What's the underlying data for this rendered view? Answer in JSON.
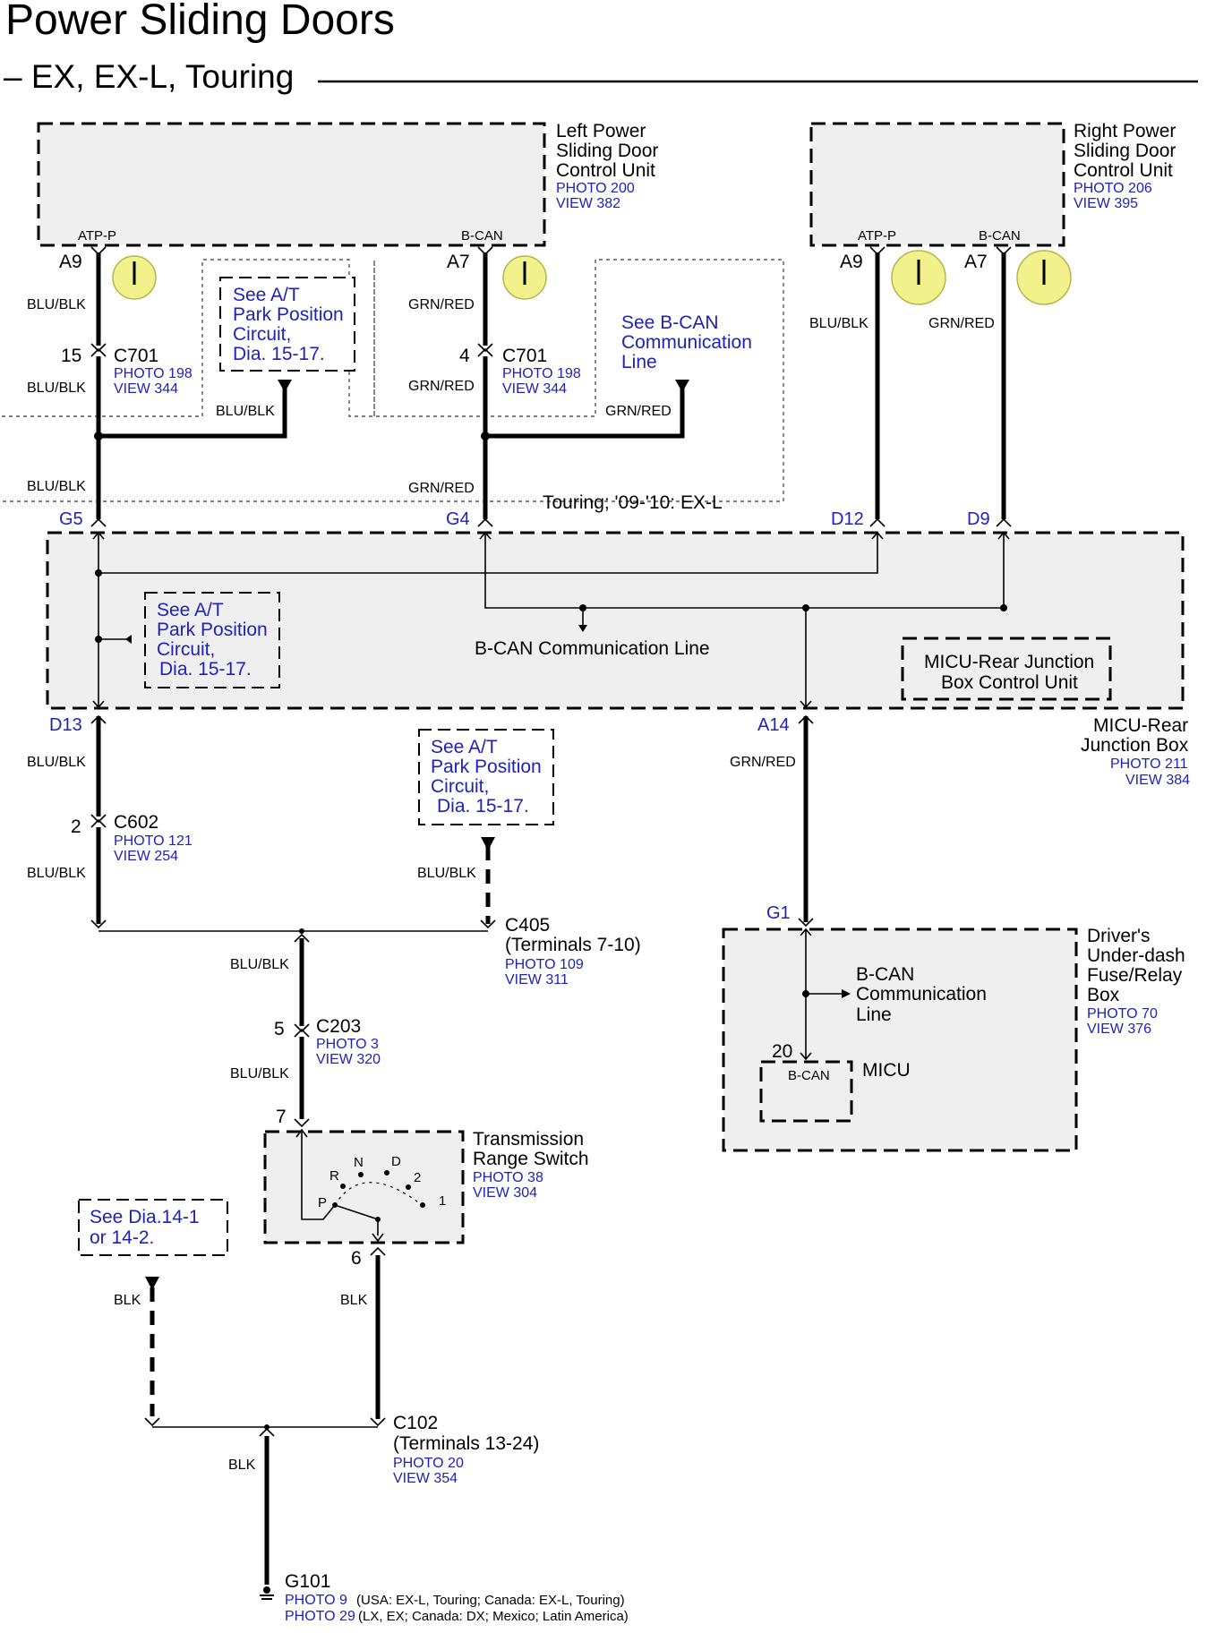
{
  "title": "Power Sliding Doors",
  "subtitle": "– EX, EX-L, Touring",
  "left_unit": {
    "name": [
      "Left Power",
      "Sliding Door",
      "Control Unit"
    ],
    "photo": "PHOTO 200",
    "view": "VIEW 382",
    "pin_atp": "ATP-P",
    "pin_bcan": "B-CAN",
    "term_atp": "A9",
    "term_bcan": "A7"
  },
  "right_unit": {
    "name": [
      "Right Power",
      "Sliding Door",
      "Control Unit"
    ],
    "photo": "PHOTO 206",
    "view": "VIEW 395",
    "pin_atp": "ATP-P",
    "pin_bcan": "B-CAN",
    "term_atp": "A9",
    "term_bcan": "A7"
  },
  "wires": {
    "blu_blk": "BLU/BLK",
    "grn_red": "GRN/RED",
    "blk": "BLK"
  },
  "c701_left": {
    "pin": "15",
    "name": "C701",
    "photo": "PHOTO 198",
    "view": "VIEW 344"
  },
  "c701_right": {
    "pin": "4",
    "name": "C701",
    "photo": "PHOTO 198",
    "view": "VIEW 344"
  },
  "see_at_park": [
    "See A/T",
    "Park Position",
    "Circuit,",
    "Dia. 15-17."
  ],
  "see_bcan": [
    "See B-CAN",
    "Communication",
    "Line"
  ],
  "touring_note": "Touring; '09-'10: EX-L",
  "junction_box": {
    "pins_top": [
      "G5",
      "G4",
      "D12",
      "D9"
    ],
    "pins_bottom": [
      "D13",
      "A14"
    ],
    "bcan_label": "B-CAN Communication Line",
    "control_unit": [
      "MICU-Rear Junction",
      "Box Control Unit"
    ],
    "name": [
      "MICU-Rear",
      "Junction Box"
    ],
    "photo": "PHOTO 211",
    "view": "VIEW 384"
  },
  "c602": {
    "pin": "2",
    "name": "C602",
    "photo": "PHOTO 121",
    "view": "VIEW 254"
  },
  "c405": {
    "name": "C405",
    "terminals": "(Terminals 7-10)",
    "photo": "PHOTO 109",
    "view": "VIEW 311"
  },
  "c203": {
    "pin": "5",
    "name": "C203",
    "photo": "PHOTO 3",
    "view": "VIEW 320"
  },
  "trs": {
    "name": [
      "Transmission",
      "Range Switch"
    ],
    "photo": "PHOTO 38",
    "view": "VIEW 304",
    "pin_in": "7",
    "pin_out": "6",
    "positions": [
      "P",
      "R",
      "N",
      "D",
      "2",
      "1"
    ]
  },
  "see_dia14": [
    "See Dia.14-1",
    "or 14-2."
  ],
  "c102": {
    "name": "C102",
    "terminals": "(Terminals 13-24)",
    "photo": "PHOTO 20",
    "view": "VIEW 354"
  },
  "g101": {
    "name": "G101",
    "photo1": "PHOTO 9",
    "note1": "(USA: EX-L, Touring; Canada: EX-L, Touring)",
    "photo2": "PHOTO 29",
    "note2": "(LX, EX; Canada: DX; Mexico; Latin America)"
  },
  "under_dash": {
    "pin": "G1",
    "name": [
      "Driver's",
      "Under-dash",
      "Fuse/Relay",
      "Box"
    ],
    "photo": "PHOTO 70",
    "view": "VIEW 376",
    "bcan": [
      "B-CAN",
      "Communication",
      "Line"
    ],
    "micu_pin": "20",
    "micu_term": "B-CAN",
    "micu": "MICU"
  }
}
